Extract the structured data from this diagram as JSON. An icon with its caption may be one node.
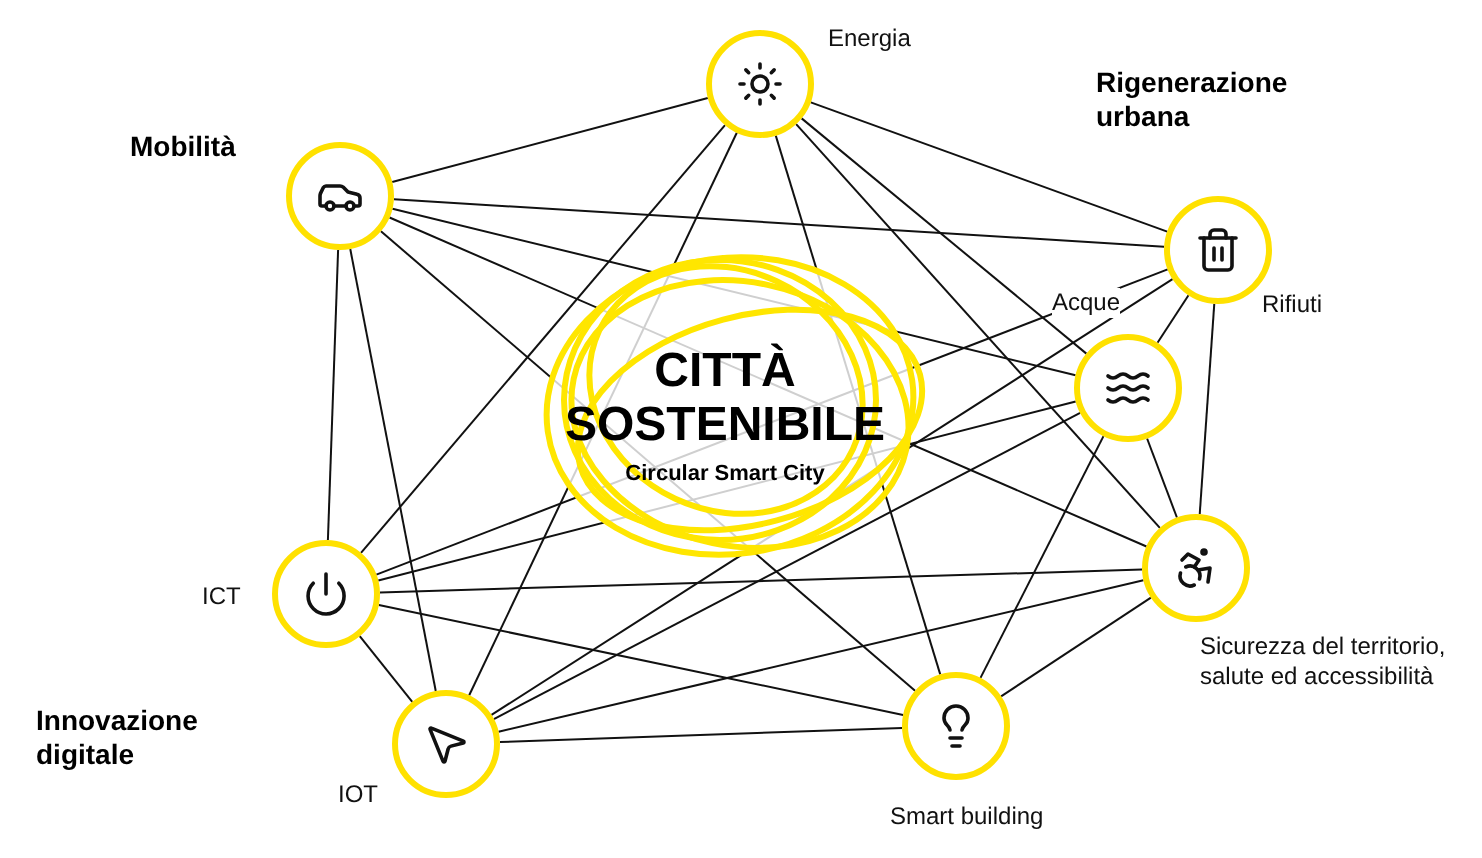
{
  "diagram": {
    "nodes": [
      {
        "text": [
          "Energia"
        ]
      },
      {
        "text": [],
        "shape": "circle"
      },
      {
        "text": [
          "Rifiuti"
        ]
      },
      {
        "text": [
          "Acque"
        ]
      },
      {
        "text": [
          "Sicurezza del territorio, salute ed accessibilità"
        ]
      },
      {
        "text": [
          "Smart building"
        ]
      },
      {
        "text": [
          "IOT"
        ]
      },
      {
        "text": [
          "ICT"
        ]
      }
    ],
    "edges": [
      {
        "from": 0,
        "to": 1,
        "arrow": "none"
      },
      {
        "from": 0,
        "to": 2,
        "arrow": "none"
      },
      {
        "from": 0,
        "to": 3,
        "arrow": "none"
      },
      {
        "from": 0,
        "to": 4,
        "arrow": "none"
      },
      {
        "from": 0,
        "to": 5,
        "arrow": "none"
      },
      {
        "from": 0,
        "to": 6,
        "arrow": "none"
      },
      {
        "from": 0,
        "to": 7,
        "arrow": "none"
      },
      {
        "from": 1,
        "to": 2,
        "arrow": "none"
      },
      {
        "from": 1,
        "to": 3,
        "arrow": "none"
      },
      {
        "from": 1,
        "to": 4,
        "arrow": "none"
      },
      {
        "from": 1,
        "to": 5,
        "arrow": "none"
      },
      {
        "from": 1,
        "to": 6,
        "arrow": "none"
      },
      {
        "from": 1,
        "to": 7,
        "arrow": "none"
      },
      {
        "from": 2,
        "to": 3,
        "arrow": "none"
      },
      {
        "from": 2,
        "to": 4,
        "arrow": "none"
      },
      {
        "from": 2,
        "to": 6,
        "arrow": "none"
      },
      {
        "from": 2,
        "to": 7,
        "arrow": "none"
      },
      {
        "from": 3,
        "to": 4,
        "arrow": "none"
      },
      {
        "from": 3,
        "to": 5,
        "arrow": "none"
      },
      {
        "from": 3,
        "to": 6,
        "arrow": "none"
      },
      {
        "from": 3,
        "to": 7,
        "arrow": "none"
      },
      {
        "from": 4,
        "to": 5,
        "arrow": "none"
      },
      {
        "from": 4,
        "to": 6,
        "arrow": "none"
      },
      {
        "from": 4,
        "to": 7,
        "arrow": "none"
      },
      {
        "from": 5,
        "to": 6,
        "arrow": "none"
      },
      {
        "from": 5,
        "to": 7,
        "arrow": "none"
      },
      {
        "from": 6,
        "to": 7,
        "arrow": "none"
      }
    ],
    "labels": [
      "Mobilità",
      "Rigenerazione urbana",
      "CITTÀ SOSTENIBILE",
      "Circular Smart City",
      "Innovazione digitale"
    ]
  }
}
